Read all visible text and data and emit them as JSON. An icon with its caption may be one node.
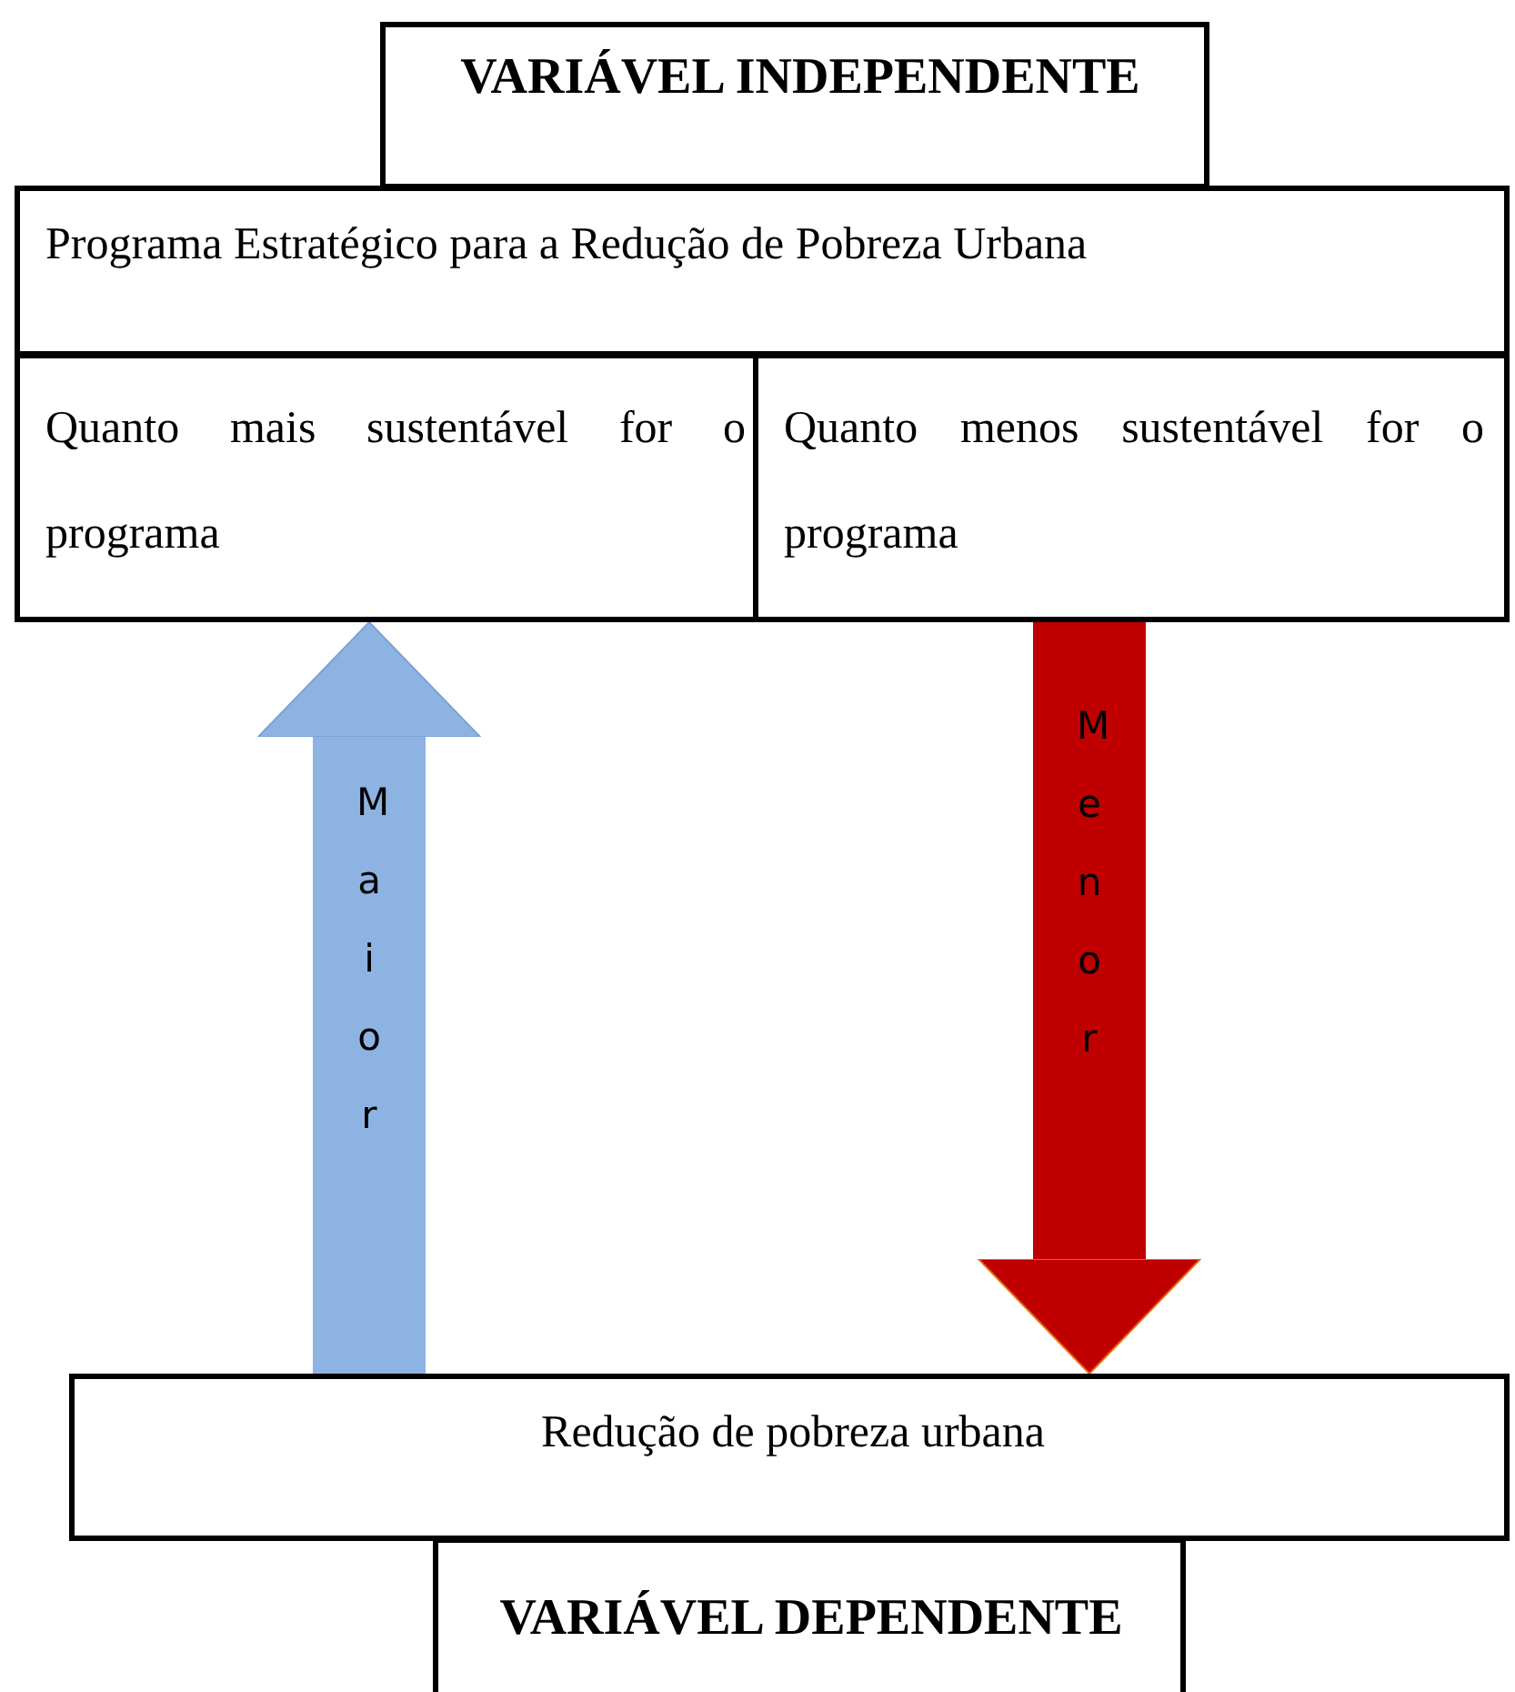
{
  "diagram": {
    "nodes": [
      {
        "text": [
          "VARIÁVEL INDEPENDENTE"
        ]
      },
      {
        "text": [
          "Programa Estratégico para a Redução de Pobreza Urbana"
        ]
      },
      {
        "text": [
          "Quanto mais sustentável for o programa"
        ]
      },
      {
        "text": [
          "Quanto menos sustentável for o programa"
        ]
      },
      {
        "text": [
          "Redução de pobreza urbana"
        ]
      },
      {
        "text": [
          "VARIÁVEL DEPENDENTE"
        ]
      }
    ],
    "edges": [
      {
        "from": 4,
        "to": 2,
        "arrow": "to",
        "label": "Maior",
        "color": "#8db3e2"
      },
      {
        "from": 3,
        "to": 4,
        "arrow": "to",
        "label": "Menor",
        "color": "#c00000"
      }
    ]
  }
}
